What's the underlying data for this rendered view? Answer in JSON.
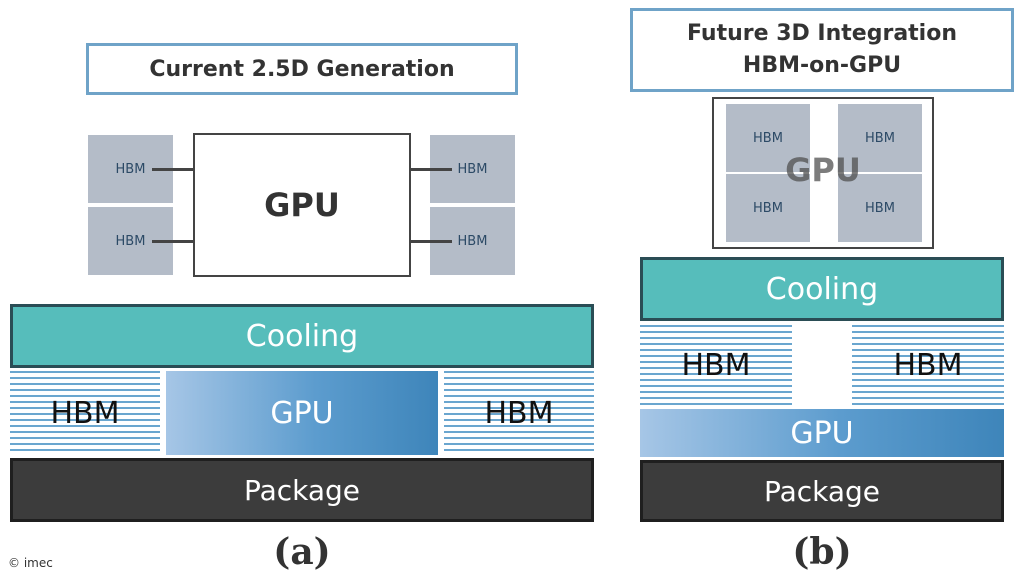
{
  "panel_a": {
    "title": "Current 2.5D Generation",
    "top_view": {
      "gpu_label": "GPU",
      "hbm_labels": [
        "HBM",
        "HBM",
        "HBM",
        "HBM"
      ]
    },
    "cross_section": {
      "cooling": "Cooling",
      "hbm_left": "HBM",
      "gpu": "GPU",
      "hbm_right": "HBM",
      "package": "Package"
    },
    "label": "(a)"
  },
  "panel_b": {
    "title_line1": "Future 3D Integration",
    "title_line2": "HBM-on-GPU",
    "top_view": {
      "gpu_label": "GPU",
      "hbm_labels": [
        "HBM",
        "HBM",
        "HBM",
        "HBM"
      ]
    },
    "cross_section": {
      "cooling": "Cooling",
      "hbm_left": "HBM",
      "hbm_right": "HBM",
      "gpu": "GPU",
      "package": "Package"
    },
    "label": "(b)"
  },
  "copyright": "© imec",
  "colors": {
    "title_border": "#6fa3c8",
    "cooling": "#56bdbb",
    "hbm_stripes": "#6aa6cf",
    "gpu_gradient_end": "#3e85ba",
    "package": "#3c3c3c",
    "hbm_chip": "#b4bcc8"
  }
}
